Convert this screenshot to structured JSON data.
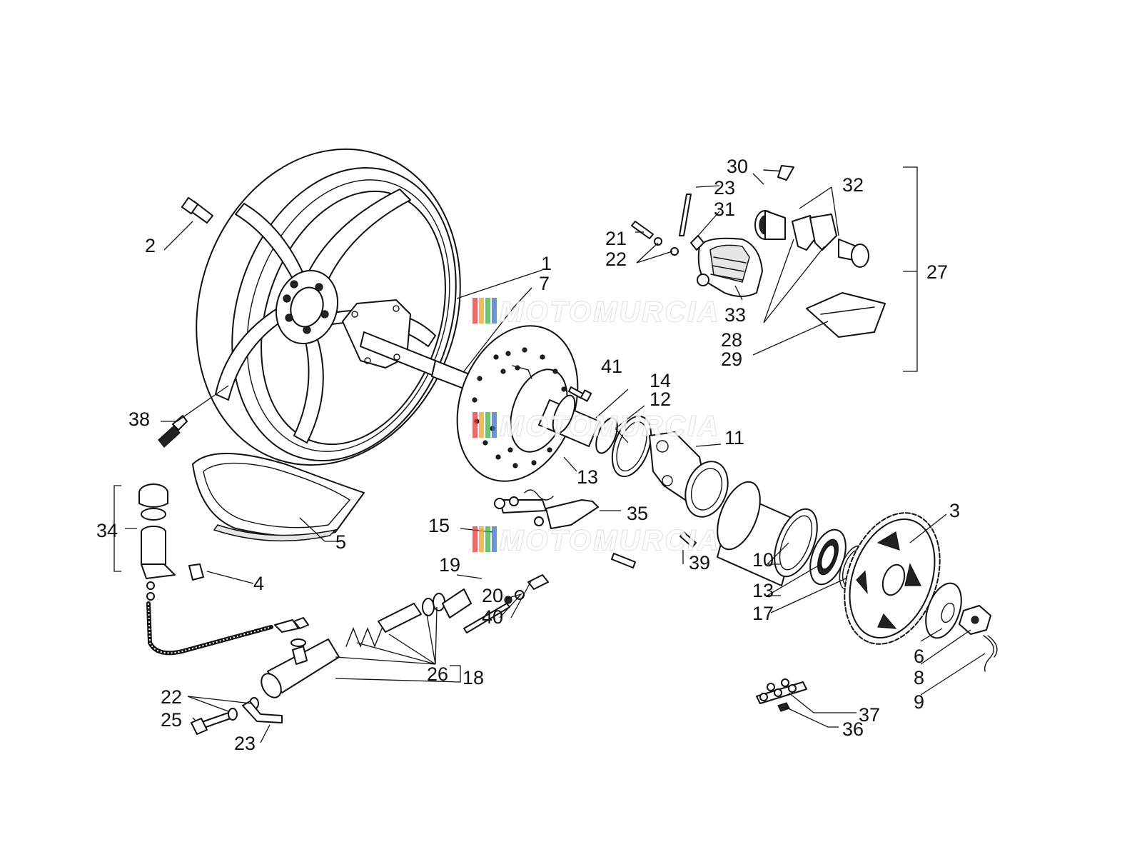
{
  "diagram": {
    "callouts": [
      {
        "id": "c1",
        "text": "1"
      },
      {
        "id": "c2",
        "text": "2"
      },
      {
        "id": "c3",
        "text": "3"
      },
      {
        "id": "c4",
        "text": "4"
      },
      {
        "id": "c5",
        "text": "5"
      },
      {
        "id": "c6",
        "text": "6"
      },
      {
        "id": "c7",
        "text": "7"
      },
      {
        "id": "c8",
        "text": "8"
      },
      {
        "id": "c9",
        "text": "9"
      },
      {
        "id": "c10",
        "text": "10"
      },
      {
        "id": "c11",
        "text": "11"
      },
      {
        "id": "c12",
        "text": "12"
      },
      {
        "id": "c13a",
        "text": "13"
      },
      {
        "id": "c13b",
        "text": "13"
      },
      {
        "id": "c14",
        "text": "14"
      },
      {
        "id": "c15",
        "text": "15"
      },
      {
        "id": "c17",
        "text": "17"
      },
      {
        "id": "c18",
        "text": "18"
      },
      {
        "id": "c19",
        "text": "19"
      },
      {
        "id": "c20",
        "text": "20"
      },
      {
        "id": "c21",
        "text": "21"
      },
      {
        "id": "c22a",
        "text": "22"
      },
      {
        "id": "c22b",
        "text": "22"
      },
      {
        "id": "c23a",
        "text": "23"
      },
      {
        "id": "c23b",
        "text": "23"
      },
      {
        "id": "c25",
        "text": "25"
      },
      {
        "id": "c26",
        "text": "26"
      },
      {
        "id": "c27",
        "text": "27"
      },
      {
        "id": "c28",
        "text": "28"
      },
      {
        "id": "c29",
        "text": "29"
      },
      {
        "id": "c30",
        "text": "30"
      },
      {
        "id": "c31",
        "text": "31"
      },
      {
        "id": "c32",
        "text": "32"
      },
      {
        "id": "c33",
        "text": "33"
      },
      {
        "id": "c34",
        "text": "34"
      },
      {
        "id": "c35",
        "text": "35"
      },
      {
        "id": "c36",
        "text": "36"
      },
      {
        "id": "c37",
        "text": "37"
      },
      {
        "id": "c38",
        "text": "38"
      },
      {
        "id": "c39",
        "text": "39"
      },
      {
        "id": "c40",
        "text": "40"
      },
      {
        "id": "c41",
        "text": "41"
      }
    ]
  },
  "watermark": {
    "text": "MOTOMURCIA",
    "colors": [
      "#e03b3b",
      "#f0a020",
      "#3fae49",
      "#3a6fd0"
    ]
  }
}
